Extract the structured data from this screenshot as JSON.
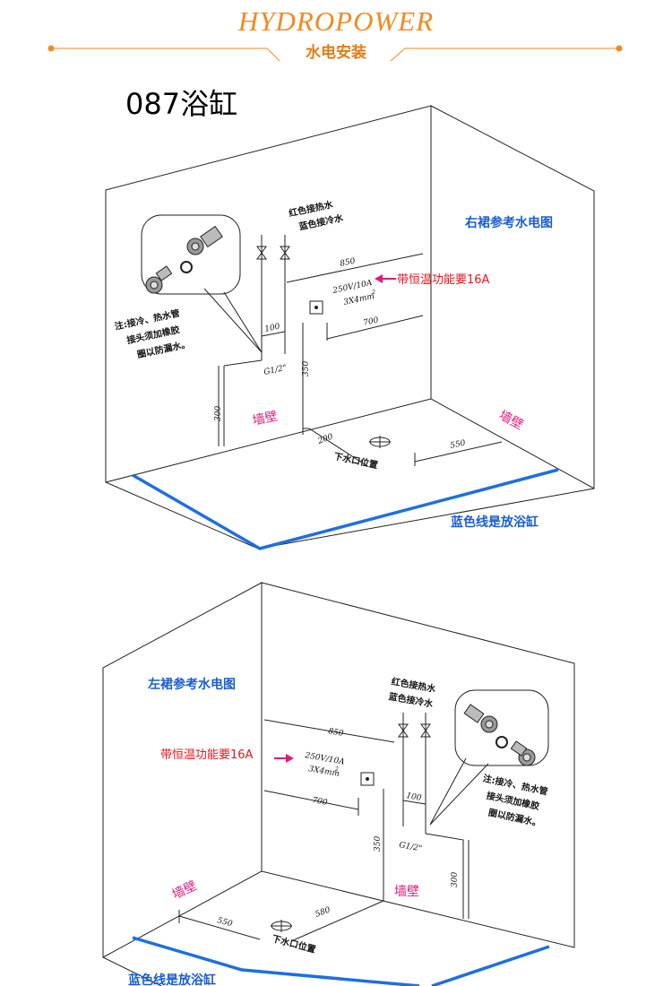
{
  "header": {
    "title": "HYDROPOWER",
    "subtitle": "水电安装",
    "accent_color": "#f28a1e"
  },
  "product": {
    "title": "087浴缸"
  },
  "right_diagram": {
    "heading": "右裙参考水电图",
    "hot_water_label": "红色接热水",
    "cold_water_label": "蓝色接冷水",
    "dim_850": "850",
    "dim_700": "700",
    "socket_spec_1": "250V/10A",
    "socket_spec_2": "3X4mm",
    "socket_sup": "2",
    "thermo_note": "带恒温功能要16A",
    "dim_100": "100",
    "pipe_size": "G1/2\"",
    "dim_350": "350",
    "dim_300": "300",
    "dim_200": "200",
    "dim_550": "550",
    "drain_label": "下水口位置",
    "wall_left": "墙壁",
    "wall_right": "墙壁",
    "note_line1": "注:接冷、热水管",
    "note_line2": "接头须加橡胶",
    "note_line3": "圈以防漏水。",
    "blue_line_label": "蓝色线是放浴缸"
  },
  "left_diagram": {
    "heading": "左裙参考水电图",
    "hot_water_label": "红色接热水",
    "cold_water_label": "蓝色接冷水",
    "dim_850": "850",
    "dim_700": "700",
    "socket_spec_1": "250V/10A",
    "socket_spec_2": "3X4mm",
    "socket_sup": "2",
    "thermo_note": "带恒温功能要16A",
    "dim_100": "100",
    "pipe_size": "G1/2\"",
    "dim_350": "350",
    "dim_300": "300",
    "dim_580": "580",
    "dim_550": "550",
    "drain_label": "下水口位置",
    "wall_left": "墙壁",
    "wall_right": "墙壁",
    "note_line1": "注:接冷、热水管",
    "note_line2": "接头须加橡胶",
    "note_line3": "圈以防漏水。",
    "blue_line_label": "蓝色线是放浴缸"
  },
  "colors": {
    "blue_line": "#1e6fe0",
    "blue_text": "#1a5ed0",
    "red_text": "#e8141a",
    "magenta_arrow": "#e0197d",
    "wall_text": "#e0197d"
  }
}
